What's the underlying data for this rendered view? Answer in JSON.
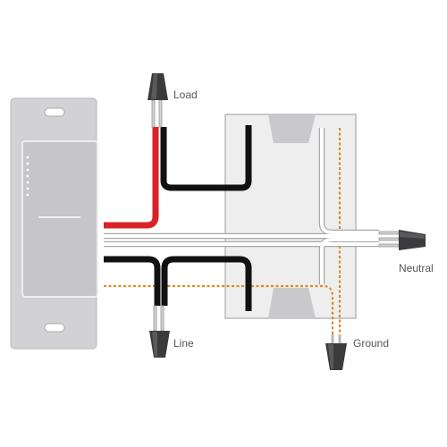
{
  "labels": {
    "load": "Load",
    "neutral": "Neutral",
    "line": "Line",
    "ground": "Ground"
  },
  "icons": {
    "wire_connector": "wire-nut-icon"
  },
  "colors": {
    "background": "#ffffff",
    "wall_plate": "#d2d2d4",
    "wall_plate_edge": "#b9b9bc",
    "switch_paddle": "#c6c6c9",
    "junction_box": "#eeeeef",
    "junction_box_edge": "#b8b8bb",
    "hot_wire_red": "#d92128",
    "hot_wire_black": "#111111",
    "neutral_wire": "#ffffff",
    "wire_outline": "#a9a9ad",
    "ground_wire": "#e08a1e",
    "connector": "#3b3b3d",
    "label_text": "#555555"
  }
}
